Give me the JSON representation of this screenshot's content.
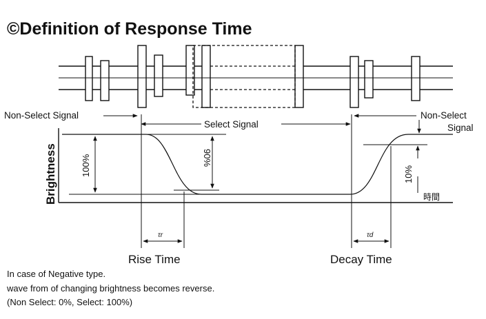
{
  "title": "©Definition of Response Time",
  "signals": {
    "non_select_left": "Non-Select Signal",
    "select": "Select Signal",
    "non_select_right_line1": "Non-Select",
    "non_select_right_line2": "Signal"
  },
  "axes": {
    "y_label": "Brightness",
    "x_label": "時間"
  },
  "levels": {
    "full": "100%",
    "ninety": "90%",
    "ten": "10%"
  },
  "rise": {
    "symbol": "τr",
    "label": "Rise Time"
  },
  "decay": {
    "symbol": "τd",
    "label": "Decay Time"
  },
  "notes": [
    "In case of Negative type.",
    "wave from of changing brightness becomes reverse.",
    "(Non Select: 0%, Select: 100%)"
  ]
}
